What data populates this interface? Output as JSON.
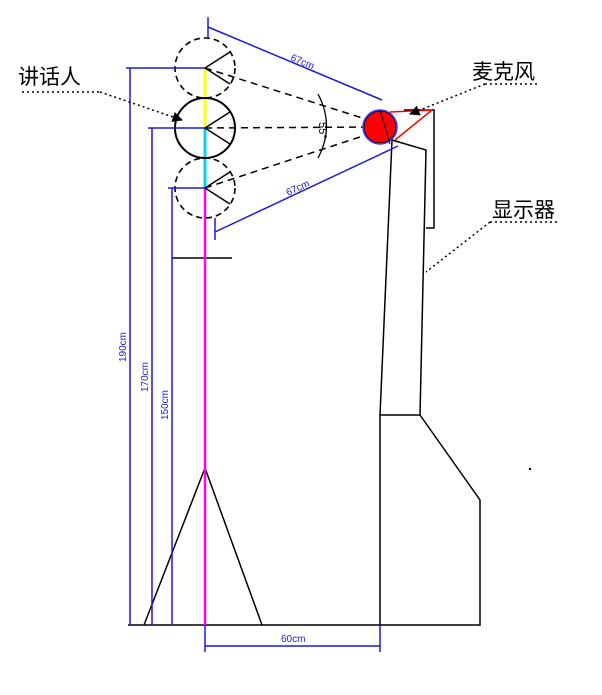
{
  "labels": {
    "speaker": "讲话人",
    "microphone": "麦克风",
    "monitor": "显示器"
  },
  "dimensions": {
    "mic_distance_top": "67cm",
    "mic_distance_bottom": "67cm",
    "angle": "55°",
    "height_top": "190cm",
    "height_mid": "170cm",
    "height_low": "150cm",
    "base_width": "60cm"
  },
  "colors": {
    "dimension_line": "#1b1bd6",
    "center_pole": "#ff00ff",
    "head_upper_segment": "#ffff00",
    "head_lower_segment": "#00d0ff",
    "microphone_fill": "#ff0000",
    "outline": "#000000"
  }
}
